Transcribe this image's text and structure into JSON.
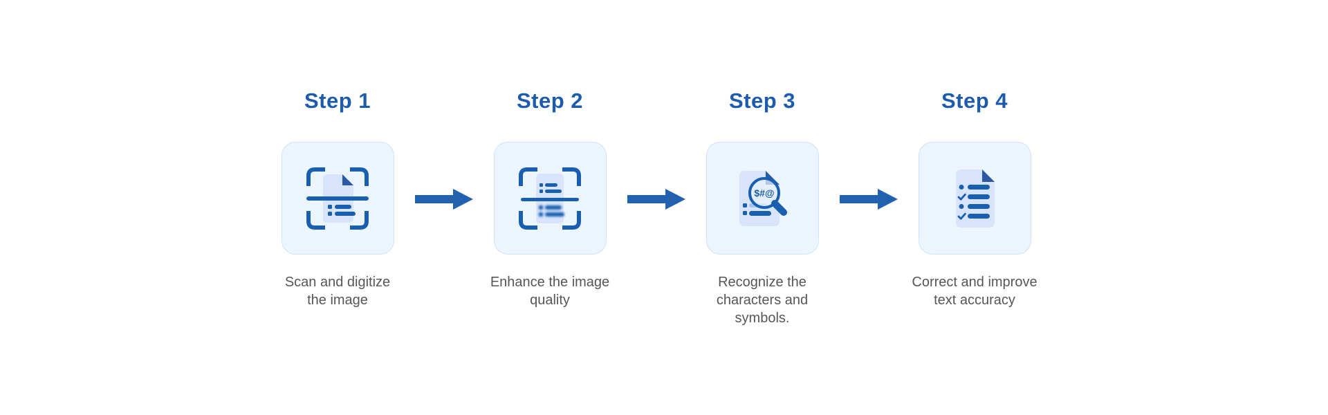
{
  "colors": {
    "page-bg": "#ffffff",
    "title-blue": "#1d5bad",
    "icon-blue": "#185fb0",
    "fold-blue": "#2c59a4",
    "doc-fill": "#d8e4fb",
    "card-bg": "#ecf4fd",
    "card-border": "#cfe4f9",
    "arrow-blue": "#2261ae",
    "caption-gray": "#565656",
    "light-line": "#a3c3f0"
  },
  "steps": [
    {
      "title": "Step 1",
      "caption": "Scan and digitize\nthe image",
      "icon": "scan-document-icon"
    },
    {
      "title": "Step 2",
      "caption": "Enhance the image\nquality",
      "icon": "enhance-scan-icon"
    },
    {
      "title": "Step 3",
      "caption": "Recognize the\ncharacters and\nsymbols.",
      "icon": "magnifier-document-icon",
      "magnifier_text": "$#@"
    },
    {
      "title": "Step 4",
      "caption": "Correct and improve\ntext accuracy",
      "icon": "checklist-document-icon"
    }
  ],
  "arrow": {
    "icon": "right-arrow-icon"
  }
}
